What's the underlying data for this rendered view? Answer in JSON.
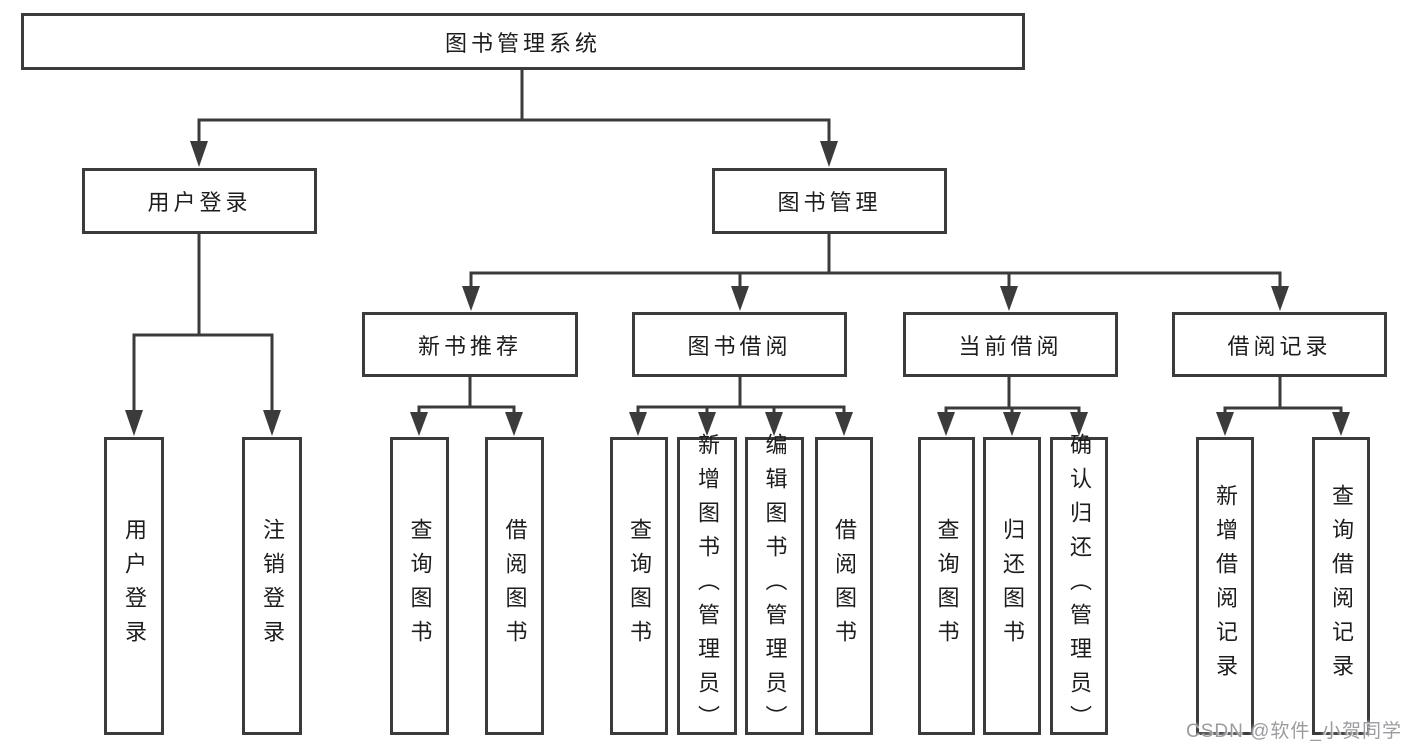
{
  "colors": {
    "line": "#3b3b3b",
    "box_border": "#3b3b3b",
    "box_background": "#ffffff",
    "text": "#1d1d1d",
    "watermark": "#9b9ca0",
    "background": "#ffffff"
  },
  "diagram": {
    "root": {
      "label": "图书管理系统"
    },
    "level1": [
      {
        "label": "用户登录"
      },
      {
        "label": "图书管理"
      }
    ],
    "level2": [
      {
        "label": "新书推荐"
      },
      {
        "label": "图书借阅"
      },
      {
        "label": "当前借阅"
      },
      {
        "label": "借阅记录"
      }
    ],
    "leaves": [
      {
        "label": "用户登录"
      },
      {
        "label": "注销登录"
      },
      {
        "label": "查询图书"
      },
      {
        "label": "借阅图书"
      },
      {
        "label": "查询图书"
      },
      {
        "label": "新增图书（管理员）"
      },
      {
        "label": "编辑图书（管理员）"
      },
      {
        "label": "借阅图书"
      },
      {
        "label": "查询图书"
      },
      {
        "label": "归还图书"
      },
      {
        "label": "确认归还（管理员）"
      },
      {
        "label": "新增借阅记录"
      },
      {
        "label": "查询借阅记录"
      }
    ]
  },
  "watermark": {
    "text": "CSDN @软件_小贺同学"
  }
}
